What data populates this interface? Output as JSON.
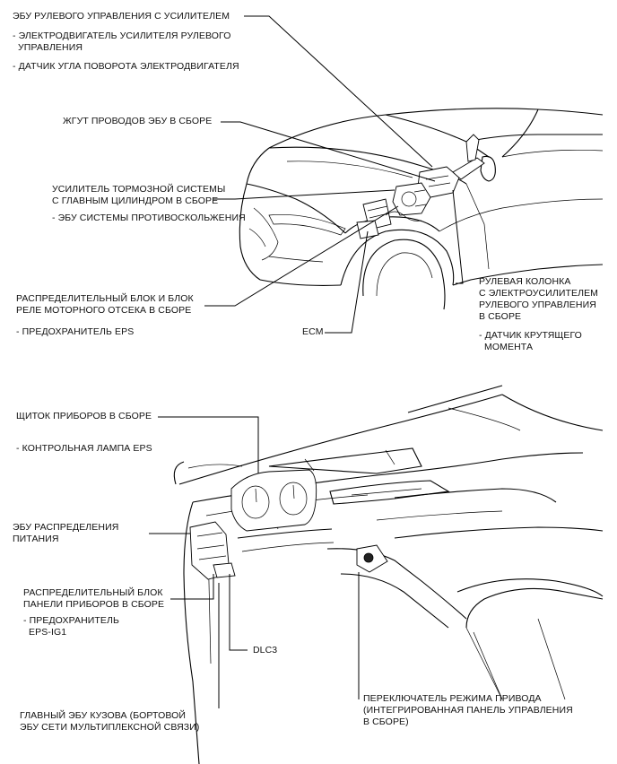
{
  "labels": {
    "eps_ecu": "ЭБУ РУЛЕВОГО УПРАВЛЕНИЯ С УСИЛИТЕЛЕМ",
    "eps_motor": "- ЭЛЕКТРОДВИГАТЕЛЬ УСИЛИТЕЛЯ РУЛЕВОГО\n  УПРАВЛЕНИЯ",
    "motor_angle_sensor": "- ДАТЧИК УГЛА ПОВОРОТА ЭЛЕКТРОДВИГАТЕЛЯ",
    "ecu_harness": "ЖГУТ ПРОВОДОВ ЭБУ В СБОРЕ",
    "brake_booster": "УСИЛИТЕЛЬ ТОРМОЗНОЙ СИСТЕМЫ\nС ГЛАВНЫМ ЦИЛИНДРОМ В СБОРЕ",
    "skid_control_ecu": "- ЭБУ СИСТЕМЫ ПРОТИВОСКОЛЬЖЕНИЯ",
    "engine_room_jb": "РАСПРЕДЕЛИТЕЛЬНЫЙ БЛОК И БЛОК\nРЕЛЕ МОТОРНОГО ОТСЕКА В СБОРЕ",
    "eps_fuse": "- ПРЕДОХРАНИТЕЛЬ EPS",
    "ecm": "ECM",
    "steering_column": "РУЛЕВАЯ КОЛОНКА\nС ЭЛЕКТРОУСИЛИТЕЛЕМ\nРУЛЕВОГО УПРАВЛЕНИЯ\nВ СБОРЕ",
    "torque_sensor": "- ДАТЧИК КРУТЯЩЕГО\n  МОМЕНТА",
    "combination_meter": "ЩИТОК ПРИБОРОВ В СБОРЕ",
    "eps_warning_light": "- КОНТРОЛЬНАЯ ЛАМПА EPS",
    "power_dist_ecu": "ЭБУ РАСПРЕДЕЛЕНИЯ\nПИТАНИЯ",
    "instrument_panel_jb": "РАСПРЕДЕЛИТЕЛЬНЫЙ БЛОК\nПАНЕЛИ ПРИБОРОВ В СБОРЕ",
    "eps_ig1_fuse": "- ПРЕДОХРАНИТЕЛЬ\n  EPS-IG1",
    "dlc3": "DLC3",
    "main_body_ecu": "ГЛАВНЫЙ ЭБУ КУЗОВА (БОРТОВОЙ\nЭБУ СЕТИ МУЛЬТИПЛЕКСНОЙ СВЯЗИ)",
    "drive_mode_switch": "ПЕРЕКЛЮЧАТЕЛЬ РЕЖИМА ПРИВОДА\n(ИНТЕГРИРОВАННАЯ ПАНЕЛЬ УПРАВЛЕНИЯ\nВ СБОРЕ)"
  }
}
